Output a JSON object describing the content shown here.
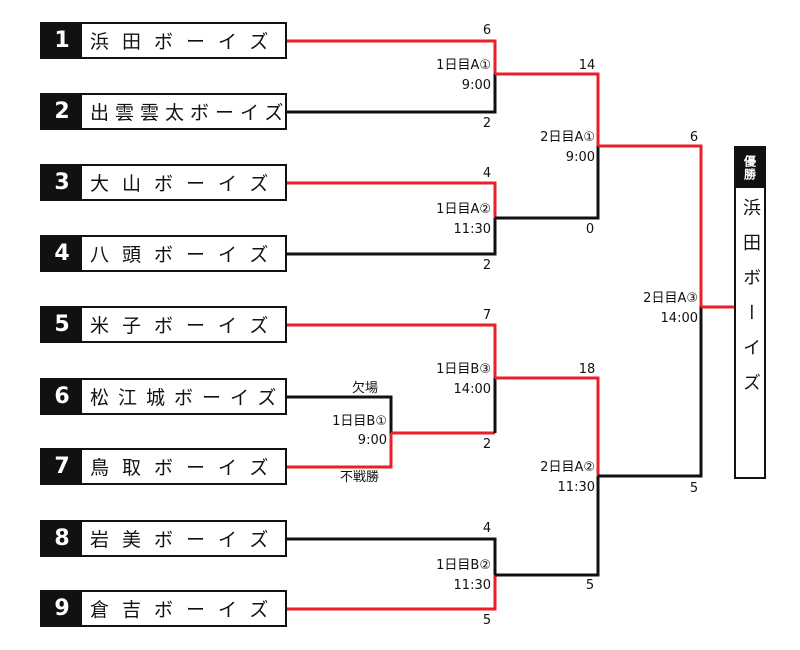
{
  "teams": [
    {
      "seed": "1",
      "name": "浜田ボーイズ"
    },
    {
      "seed": "2",
      "name": "出雲雲太ボーイズ"
    },
    {
      "seed": "3",
      "name": "大山ボーイズ"
    },
    {
      "seed": "4",
      "name": "八頭ボーイズ"
    },
    {
      "seed": "5",
      "name": "米子ボーイズ"
    },
    {
      "seed": "6",
      "name": "松江城ボーイズ"
    },
    {
      "seed": "7",
      "name": "鳥取ボーイズ"
    },
    {
      "seed": "8",
      "name": "岩美ボーイズ"
    },
    {
      "seed": "9",
      "name": "倉吉ボーイズ"
    }
  ],
  "pre": {
    "id": "1日目B①",
    "time": "9:00",
    "note_top": "欠場",
    "note_bottom": "不戦勝"
  },
  "r1": [
    {
      "id": "1日目A①",
      "time": "9:00",
      "top": "6",
      "bottom": "2"
    },
    {
      "id": "1日目A②",
      "time": "11:30",
      "top": "4",
      "bottom": "2"
    },
    {
      "id": "1日目B③",
      "time": "14:00",
      "top": "7",
      "bottom": "2"
    },
    {
      "id": "1日目B②",
      "time": "11:30",
      "top": "4",
      "bottom": "5"
    }
  ],
  "sf": [
    {
      "id": "2日目A①",
      "time": "9:00",
      "top": "14",
      "bottom": "0"
    },
    {
      "id": "2日目A②",
      "time": "11:30",
      "top": "18",
      "bottom": "5"
    }
  ],
  "final": {
    "id": "2日目A③",
    "time": "14:00",
    "top": "6",
    "bottom": "5"
  },
  "champion": {
    "header": "優勝",
    "name": "浜田ボーイズ"
  },
  "colors": {
    "win": "#e8202a",
    "lose": "#111111"
  }
}
